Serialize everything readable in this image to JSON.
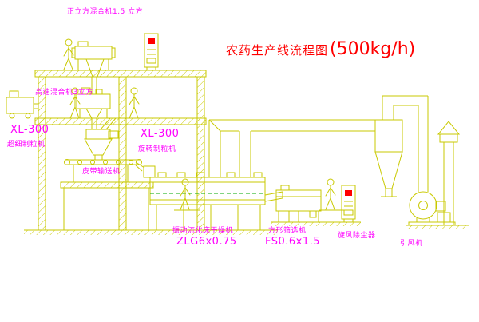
{
  "title": {
    "text": "农药生产线流程图",
    "capacity": "(500kg/h)"
  },
  "labels": {
    "top_mixer": "正立方混合机1.5 立方",
    "high_speed_mixer": "高速混合机3立方",
    "left_granulator_model": "XL-300",
    "left_granulator_name": "超细制粒机",
    "granulator_model": "XL-300",
    "granulator_name": "旋转制粒机",
    "belt_conveyor": "皮带输送机",
    "dryer_name": "振动流化床干燥机",
    "dryer_model": "ZLG6x0.75",
    "screen_name": "方形筛选机",
    "screen_model": "FS0.6x1.5",
    "cyclone": "旋风除尘器",
    "fan": "引风机"
  },
  "colors": {
    "cad_line": "#c9c900",
    "label_magenta": "#ff00ff",
    "title_red": "#ff0000",
    "panel_indicator_red": "#ff0000",
    "dashed_green": "#00aa00",
    "background": "#ffffff"
  }
}
